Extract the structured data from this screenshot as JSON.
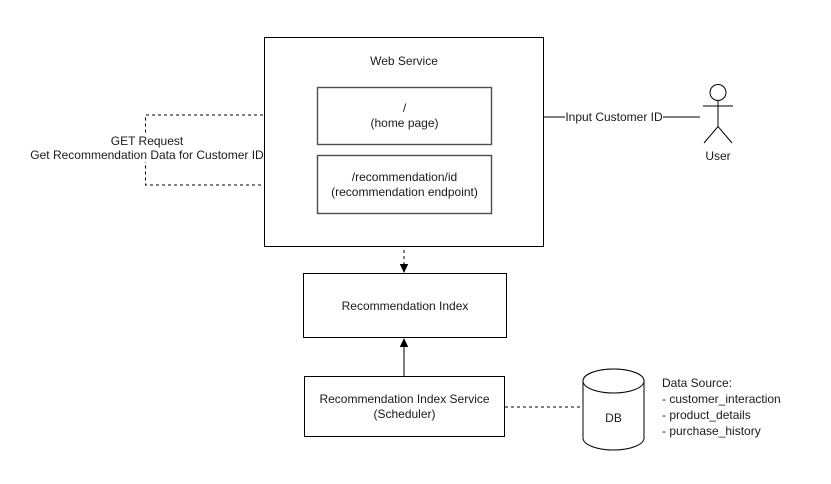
{
  "colors": {
    "background": "#ffffff",
    "stroke": "#000000",
    "inner_stroke": "#4d4d4d",
    "text": "#1a1a1a"
  },
  "web_service": {
    "title": "Web Service",
    "home": {
      "line1": "/",
      "line2": "(home page)"
    },
    "recommendation": {
      "line1": "/recommendation/id",
      "line2": "(recommendation endpoint)"
    }
  },
  "recommendation_index": {
    "label": "Recommendation Index"
  },
  "recommendation_index_service": {
    "line1": "Recommendation Index Service",
    "line2": "(Scheduler)"
  },
  "database": {
    "label": "DB"
  },
  "data_source": {
    "title": "Data Source:",
    "items": [
      "- customer_interaction",
      "- product_details",
      "- purchase_history"
    ]
  },
  "user": {
    "label": "User"
  },
  "edges": {
    "input_customer_id": "Input Customer ID",
    "get_request": {
      "line1": "GET Request",
      "line2": "Get Recommendation Data for Customer ID"
    }
  }
}
